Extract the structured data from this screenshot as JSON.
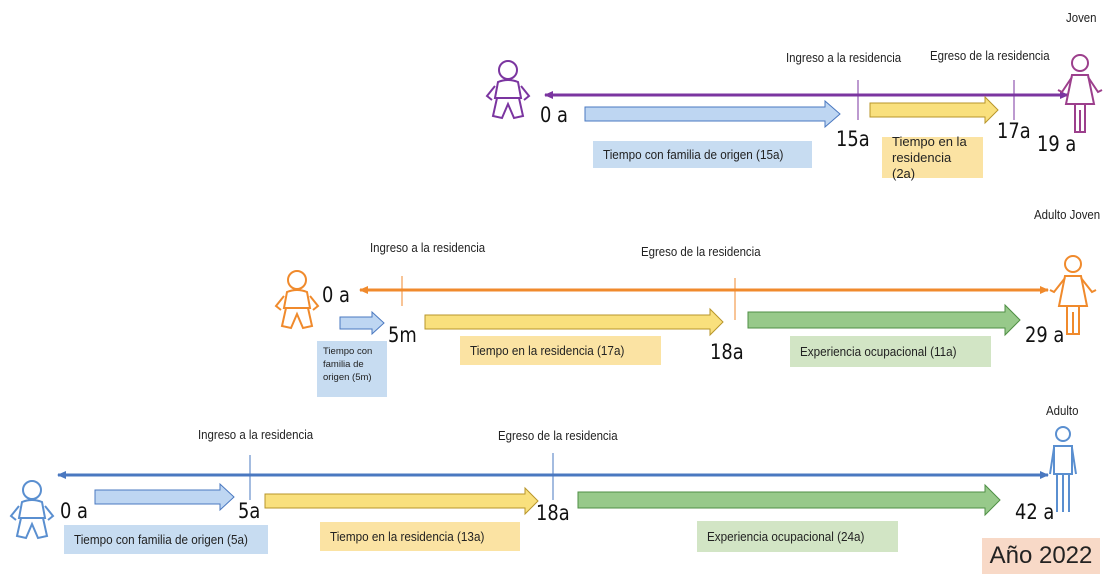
{
  "colors": {
    "row1_line": "#7b35a0",
    "row2_line": "#f08a2c",
    "row3_line": "#4a78c0",
    "blue_box": "#c7dcf1",
    "yellow_box": "#fbe3a3",
    "green_box": "#d2e5c5",
    "year_box": "#f8d9c7",
    "blue_arrow": "#bed6f2",
    "yellow_arrow": "#f9e07d",
    "green_arrow": "#97c98a"
  },
  "rows": [
    {
      "person_label": "Joven",
      "person_icon_left": "baby-icon",
      "person_icon_right": "young-woman-icon",
      "ticks": [
        "0 a",
        "15a",
        "17a",
        "19 a"
      ],
      "events": [
        "Ingreso a la residencia",
        "Egreso de la residencia"
      ],
      "boxes": [
        "Tiempo con familia de origen (15a)",
        "Tiempo en la residencia (2a)"
      ]
    },
    {
      "person_label": "Adulto Joven",
      "person_icon_left": "baby-icon",
      "person_icon_right": "young-adult-woman-icon",
      "ticks": [
        "0 a",
        "5m",
        "18a",
        "29 a"
      ],
      "events": [
        "Ingreso a la residencia",
        "Egreso de la residencia"
      ],
      "boxes": [
        "Tiempo con familia de origen (5m)",
        "Tiempo en la residencia (17a)",
        "Experiencia ocupacional (11a)"
      ]
    },
    {
      "person_label": "Adulto",
      "person_icon_left": "baby-icon",
      "person_icon_right": "adult-man-icon",
      "ticks": [
        "0 a",
        "5a",
        "18a",
        "42 a"
      ],
      "events": [
        "Ingreso a la residencia",
        "Egreso de la residencia"
      ],
      "boxes": [
        "Tiempo con familia de origen (5a)",
        "Tiempo en la residencia (13a)",
        "Experiencia ocupacional (24a)"
      ]
    }
  ],
  "year_label": "Año 2022"
}
